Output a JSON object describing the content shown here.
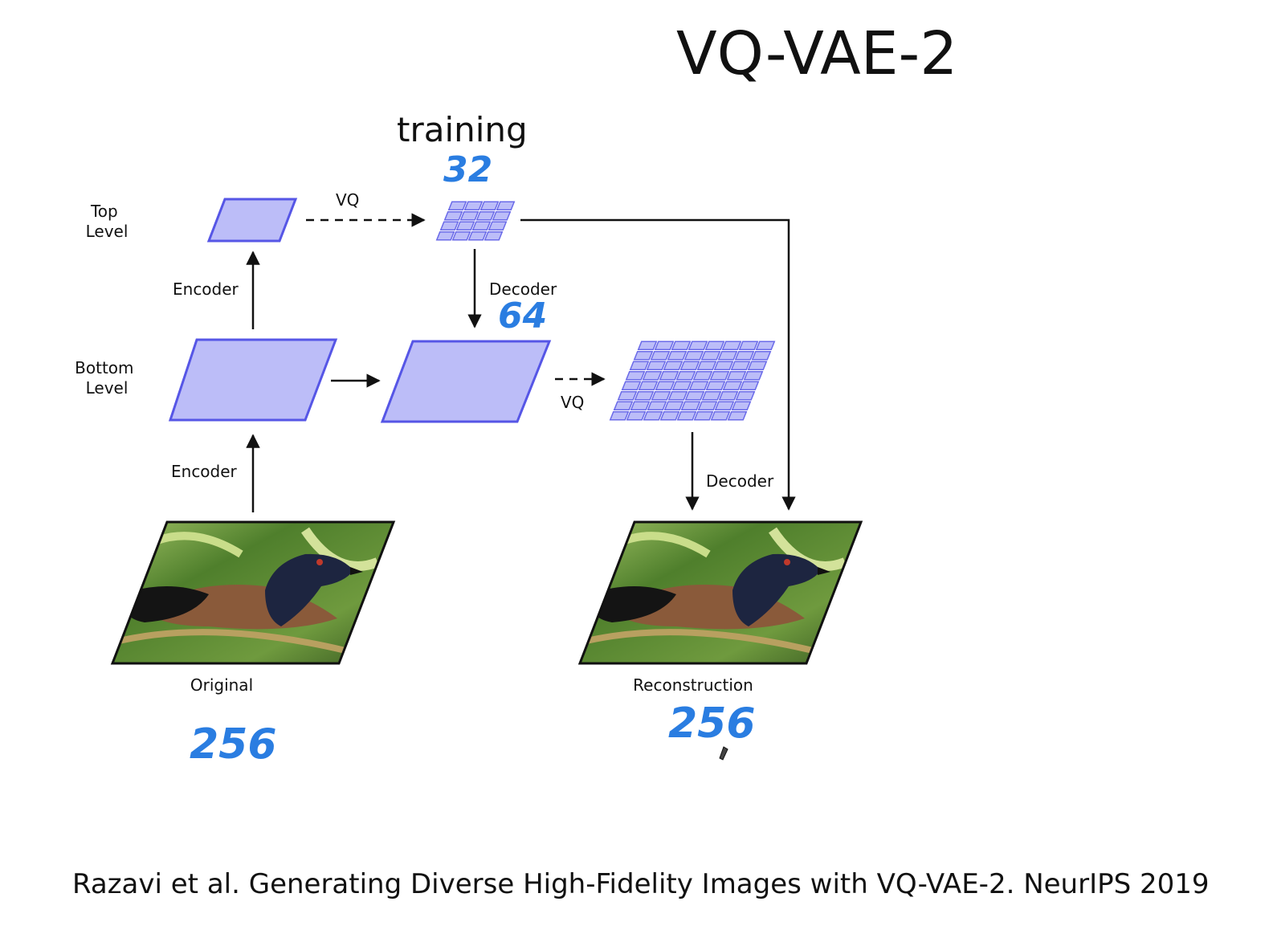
{
  "title": "VQ-VAE-2",
  "subtitle": "training",
  "handwritten": {
    "top_size": "32",
    "decoder_size": "64",
    "original_size": "256",
    "reconstruction_size": "256"
  },
  "labels": {
    "top_level": [
      "Top",
      "Level"
    ],
    "bottom_level": [
      "Bottom",
      "Level"
    ],
    "encoder_top": "Encoder",
    "encoder_bottom": "Encoder",
    "vq_top": "VQ",
    "vq_bottom": "VQ",
    "decoder_top": "Decoder",
    "decoder_bottom": "Decoder",
    "original": "Original",
    "reconstruction": "Reconstruction"
  },
  "citation": "Razavi et al. Generating Diverse High-Fidelity Images with VQ-VAE-2. NeurIPS 2019",
  "colors": {
    "plane_fill": "#bcbdf8",
    "plane_stroke": "#5656e6",
    "handwriting": "#2a7de1"
  },
  "grids": {
    "top_grid": {
      "rows": 4,
      "cols": 4
    },
    "bottom_grid": {
      "rows": 8,
      "cols": 8
    }
  }
}
